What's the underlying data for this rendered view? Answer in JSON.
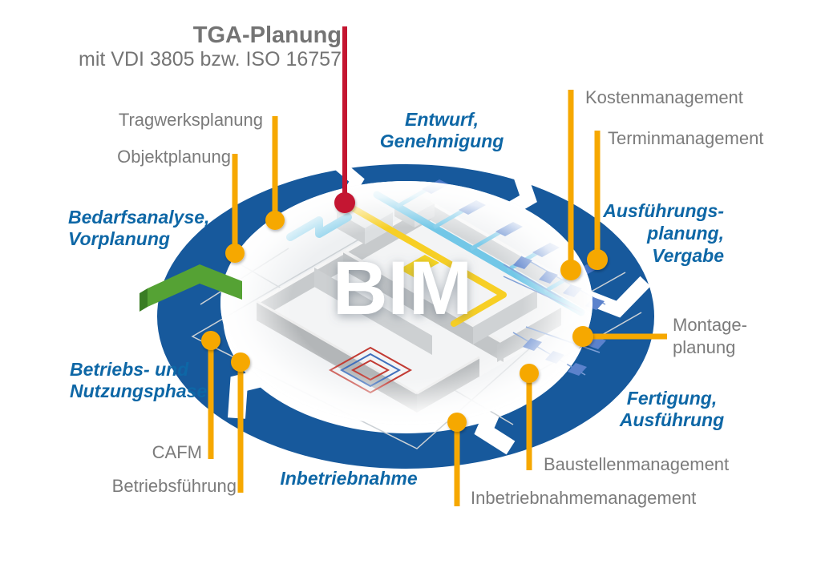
{
  "title": {
    "line1": "TGA-Planung",
    "line2": "mit VDI 3805 bzw. ISO 16757"
  },
  "center_label": "BIM",
  "phases": {
    "entwurf": "Entwurf,\nGenehmigung",
    "ausfuehrungsplanung": "Ausführungs-\nplanung,\nVergabe",
    "fertigung": "Fertigung,\nAusführung",
    "inbetriebnahme": "Inbetriebnahme",
    "betrieb": "Betriebs- und\nNutzungsphase",
    "bedarf": "Bedarfsanalyse,\nVorplanung"
  },
  "labels": {
    "tragwerksplanung": "Tragwerksplanung",
    "objektplanung": "Objektplanung",
    "kostenmanagement": "Kostenmanagement",
    "terminmanagement": "Terminmanagement",
    "montageplanung": "Montage-\nplanung",
    "baustellenmanagement": "Baustellenmanagement",
    "inbetriebnahmemanagement": "Inbetriebnahmemanagement",
    "cafm": "CAFM",
    "betriebsfuehrung": "Betriebsführung"
  },
  "colors": {
    "ring_blue": "#17599c",
    "phase_blue": "#0e67a6",
    "label_gray": "#7b7b7b",
    "pin_yellow": "#f6a800",
    "pin_red": "#c41530",
    "arrow_green": "#4f9d33"
  }
}
